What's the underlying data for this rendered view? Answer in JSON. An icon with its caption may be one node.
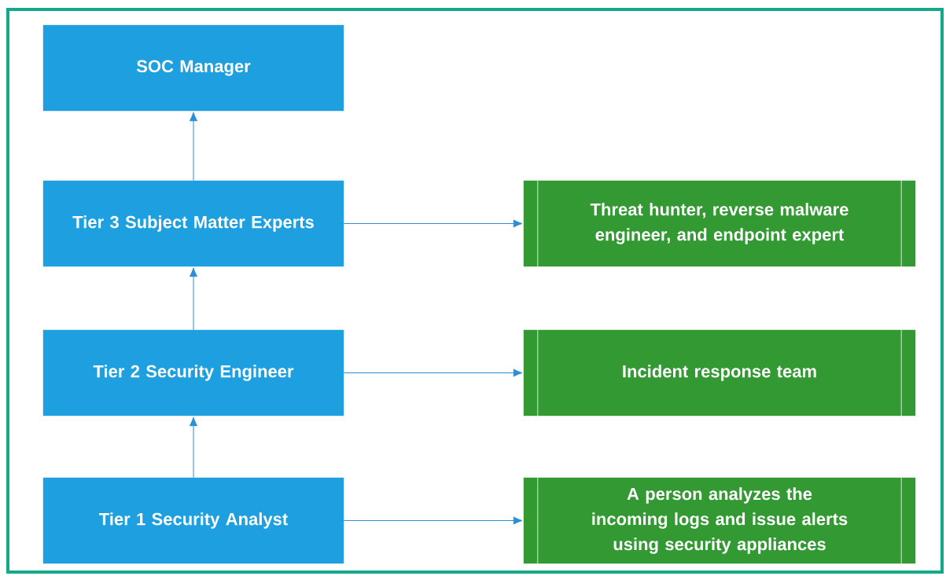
{
  "diagram": {
    "nodes": [
      {
        "text": [
          "SOC Manager"
        ]
      },
      {
        "text": [
          "Tier 3 Subject Matter Experts"
        ]
      },
      {
        "text": [
          "Tier 2 Security Engineer"
        ]
      },
      {
        "text": [
          "Tier 1 Security Analyst"
        ]
      },
      {
        "text": [
          "Threat hunter, reverse malware engineer, and endpoint expert"
        ]
      },
      {
        "text": [
          "Incident response team"
        ]
      },
      {
        "text": [
          "A person analyzes the incoming logs and issue alerts using security appliances"
        ]
      }
    ],
    "edges": [
      {
        "from": 1,
        "to": 0,
        "arrow": "to"
      },
      {
        "from": 2,
        "to": 1,
        "arrow": "to"
      },
      {
        "from": 3,
        "to": 2,
        "arrow": "to"
      },
      {
        "from": 1,
        "to": 4,
        "arrow": "to"
      },
      {
        "from": 2,
        "to": 5,
        "arrow": "to"
      },
      {
        "from": 3,
        "to": 6,
        "arrow": "to"
      }
    ]
  }
}
